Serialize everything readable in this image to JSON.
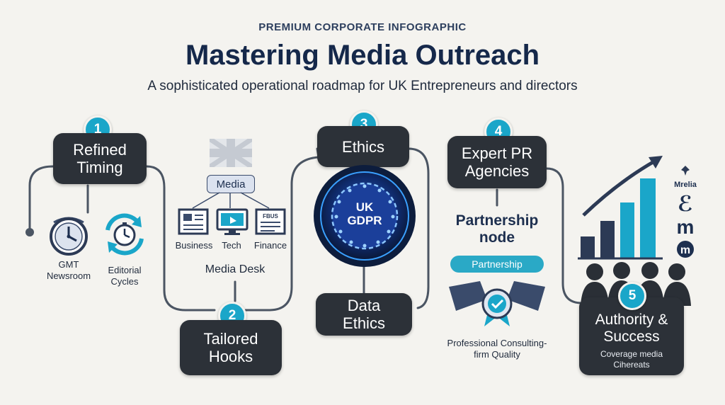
{
  "header": {
    "eyebrow": "PREMIUM CORPORATE INFOGRAPHIC",
    "title": "Mastering Media Outreach",
    "subtitle": "A sophisticated operational roadmap for UK Entrepreneurs and directors"
  },
  "steps": [
    {
      "number": "1",
      "title": "Refined Timing",
      "labels": [
        "GMT Newsroom",
        "Editorial Cycles"
      ]
    },
    {
      "number": "2",
      "title": "Tailored Hooks",
      "media_node": "Media",
      "outlets": [
        "Business",
        "Tech",
        "Finance"
      ],
      "desk": "Media Desk",
      "outlet_glyph": "FBUS"
    },
    {
      "number": "3",
      "title": "Ethics",
      "seal_text": "UK GDPR",
      "bottom": "Data Ethics"
    },
    {
      "number": "4",
      "title": "Expert PR Agencies",
      "node_title": "Partnership node",
      "pill": "Partnership",
      "caption": "Professional Consulting-firm Quality"
    },
    {
      "number": "5",
      "title": "Authority & Success",
      "caption": "Coverage media Cihereats",
      "logo_glyphs": [
        "Mrelia",
        "ℰ",
        "m",
        "m"
      ]
    }
  ],
  "colors": {
    "accent": "#1aa6c9",
    "dark_box": "#2c3138",
    "navy": "#15284a",
    "path": "#4b5563"
  }
}
